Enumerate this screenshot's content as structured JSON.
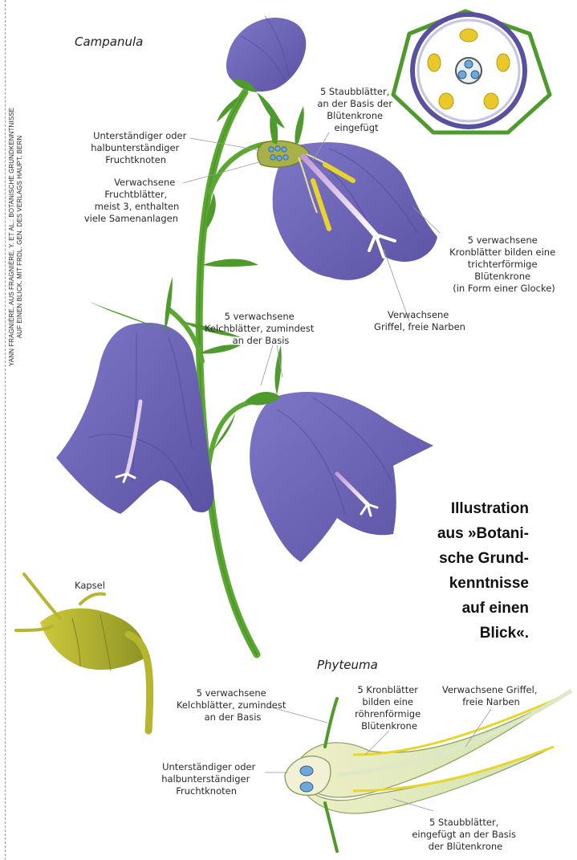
{
  "credit": {
    "line1": "YANN FRAGNIÈRE, AUS FRAGNIÈRE, Y. ET AL.: BOTANISCHE GRUNDKENNTNISSE",
    "line2": "AUF EINEN BLICK. MIT FRDL. GEN. DES VERLAGS HAUPT, BERN"
  },
  "campanula": {
    "title": "Campanula",
    "labels": {
      "staub": [
        "5 Staubblätter,",
        "an der Basis der",
        "Blütenkrone",
        "eingefügt"
      ],
      "fruchtknoten": [
        "Unterständiger oder",
        "halbunterständiger",
        "Fruchtknoten"
      ],
      "fruchtblaetter": [
        "Verwachsene",
        "Fruchtblätter,",
        "meist 3, enthalten",
        "viele Samenanlagen"
      ],
      "kronblaetter": [
        "5 verwachsene",
        "Kronblätter bilden eine",
        "trichterförmige",
        "Blütenkrone",
        "(in Form einer Glocke)"
      ],
      "griffel": [
        "Verwachsene",
        "Griffel, freie Narben"
      ],
      "kelch": [
        "5 verwachsene",
        "Kelchblätter, zumindest",
        "an der Basis"
      ]
    },
    "kapsel": "Kapsel"
  },
  "caption": [
    "Illustration",
    "aus »Botani-",
    "sche Grund-",
    "kenntnisse",
    "auf einen",
    "Blick«."
  ],
  "phyteuma": {
    "title": "Phyteuma",
    "labels": {
      "kelch": [
        "5 verwachsene",
        "Kelchblätter, zumindest",
        "an der Basis"
      ],
      "kron": [
        "5 Kronblätter",
        "bilden eine",
        "röhrenförmige",
        "Blütenkrone"
      ],
      "griffel": [
        "Verwachsene Griffel,",
        "freie Narben"
      ],
      "fruchtknoten": [
        "Unterständiger oder",
        "halbunterständiger",
        "Fruchtknoten"
      ],
      "staub": [
        "5 Staubblätter,",
        "eingefügt an der Basis",
        "der Blütenkrone"
      ]
    }
  },
  "colors": {
    "petal": "#6f66b8",
    "petal_dark": "#5a50a0",
    "stem": "#5aa832",
    "leaf": "#4f9a2c",
    "anther": "#e8d52a",
    "capsule": "#b5b52e",
    "ovule": "#6fa8d8"
  }
}
